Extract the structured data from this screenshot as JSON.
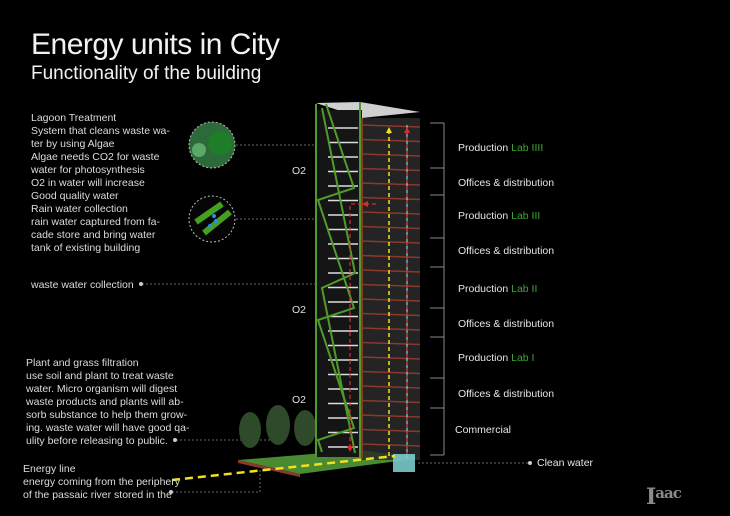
{
  "header": {
    "title": "Energy units in City",
    "subtitle": "Functionality of the building"
  },
  "notes": {
    "lagoon": {
      "lines": [
        "Lagoon Treatment",
        "System that cleans waste wa-",
        "ter by using Algae",
        "Algae needs CO2 for waste",
        "water for photosynthesis",
        "O2 in water will increase",
        "Good quality water"
      ]
    },
    "rain": {
      "lines": [
        "Rain water collection",
        "rain water captured from fa-",
        "cade store and bring water",
        "tank of existing building"
      ]
    },
    "waste": "waste water collection",
    "plant": {
      "title": "Plant and grass filtration",
      "lines": [
        "use soil and plant to treat waste",
        "water. Micro organism will digest",
        "waste products and plants will ab-",
        "sorb substance to help them grow-",
        "ing. waste water will have good qa-",
        "ulity before releasing to public."
      ]
    },
    "energy": {
      "title": "Energy line",
      "lines": [
        "energy coming from the periphery",
        "of the passaic river stored in the"
      ]
    }
  },
  "o2_labels": [
    "O2",
    "O2",
    "O2"
  ],
  "floors": [
    {
      "prefix": "Production ",
      "lab": "Lab IIII"
    },
    {
      "prefix": "Offices & distribution",
      "lab": ""
    },
    {
      "prefix": "Production ",
      "lab": "Lab III"
    },
    {
      "prefix": "Offices & distribution",
      "lab": ""
    },
    {
      "prefix": "Production ",
      "lab": "Lab II"
    },
    {
      "prefix": "Offices & distribution",
      "lab": ""
    },
    {
      "prefix": "Production ",
      "lab": "Lab I"
    },
    {
      "prefix": "Offices & distribution",
      "lab": ""
    },
    {
      "prefix": "Commercial",
      "lab": ""
    }
  ],
  "clean_water": "Clean water",
  "logo": {
    "text": "Iaac"
  },
  "colors": {
    "green": "#3fa535",
    "red": "#e02a2a",
    "yellow": "#f0e020",
    "cyan": "#7fd6d6",
    "structure": "#8a3a2a"
  }
}
